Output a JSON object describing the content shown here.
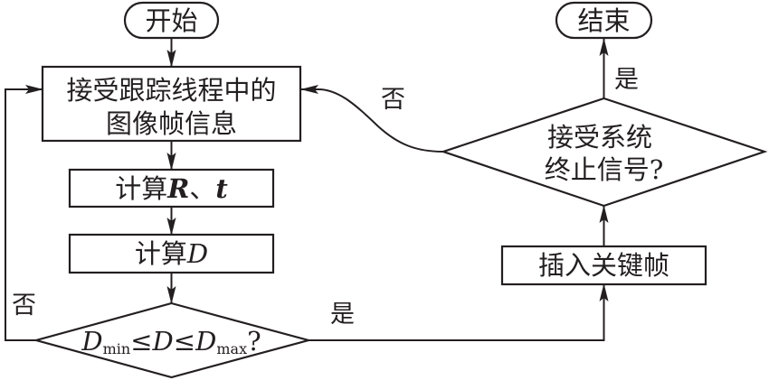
{
  "diagram": {
    "nodes": {
      "start": {
        "label": "开始"
      },
      "receive_frame": {
        "line1": "接受跟踪线程中的",
        "line2": "图像帧信息"
      },
      "compute_rt": {
        "prefix": "计算",
        "r": "R",
        "sep": "、",
        "t": "t"
      },
      "compute_d": {
        "prefix": "计算",
        "d": "D"
      },
      "range_check": {
        "d1": "D",
        "min": "min",
        "le1": "≤",
        "d2": "D",
        "le2": "≤",
        "d3": "D",
        "max": "max",
        "q": "?"
      },
      "insert_keyframe": {
        "label": "插入关键帧"
      },
      "stop_check": {
        "line1": "接受系统",
        "line2": "终止信号?"
      },
      "end": {
        "label": "结束"
      }
    },
    "edge_labels": {
      "range_no": "否",
      "range_yes": "是",
      "stop_no": "否",
      "stop_yes": "是"
    },
    "colors": {
      "stroke": "#231f20",
      "background": "#ffffff"
    }
  }
}
